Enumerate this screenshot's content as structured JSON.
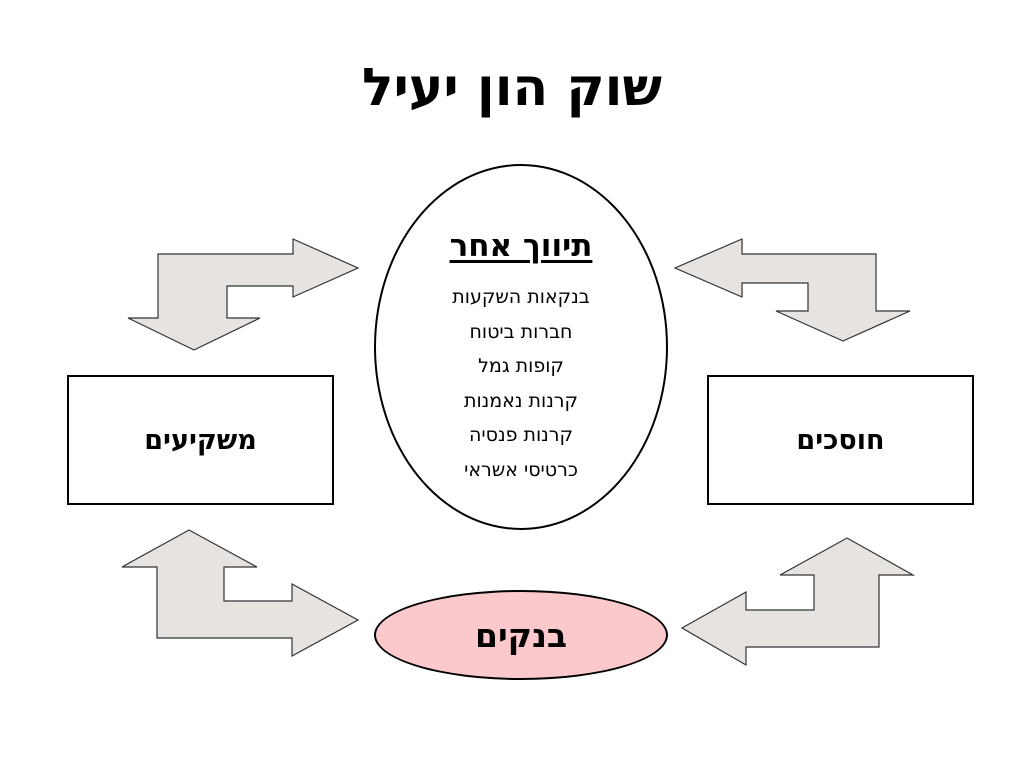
{
  "title": "שוק הון יעיל",
  "investors": {
    "label": "משקיעים"
  },
  "savers": {
    "label": "חוסכים"
  },
  "intermediaries": {
    "title": "תיווך אחר",
    "items": [
      "בנקאות השקעות",
      "חברות ביטוח",
      "קופות גמל",
      "קרנות נאמנות",
      "קרנות פנסיה",
      "כרטיסי אשראי"
    ]
  },
  "banks": {
    "label": "בנקים",
    "color": "#fbc8cb"
  },
  "colors": {
    "arrow_fill": "#e6e3e1",
    "arrow_stroke": "#333333"
  }
}
